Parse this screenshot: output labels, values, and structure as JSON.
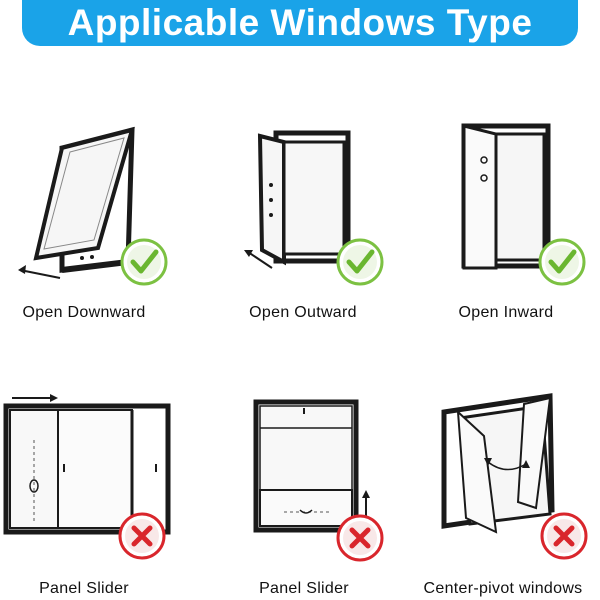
{
  "header": {
    "title": "Applicable Windows Type"
  },
  "colors": {
    "banner": "#1aa3e8",
    "check_ring": "#7cc142",
    "cross_ring": "#d9262c",
    "frame": "#1a1a1a"
  },
  "windows": [
    {
      "label": "Open Downward",
      "status": "check-icon"
    },
    {
      "label": "Open Outward",
      "status": "check-icon"
    },
    {
      "label": "Open Inward",
      "status": "check-icon"
    },
    {
      "label": "Panel Slider",
      "status": "cross-icon"
    },
    {
      "label": "Panel Slider",
      "status": "cross-icon"
    },
    {
      "label": "Center-pivot windows",
      "status": "cross-icon"
    }
  ]
}
